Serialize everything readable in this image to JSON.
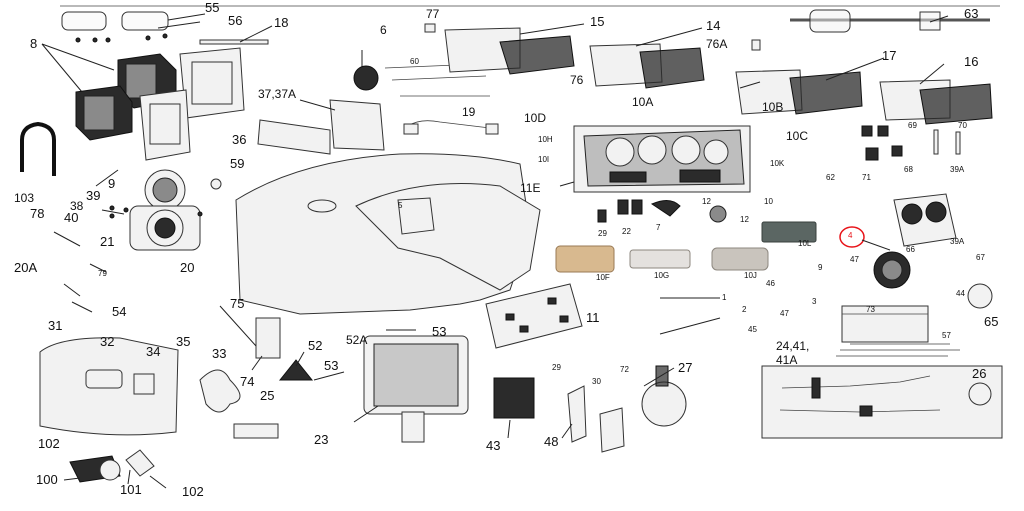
{
  "labels": {
    "l55": "55",
    "l56": "56",
    "l18": "18",
    "l77": "77",
    "l15": "15",
    "l14": "14",
    "l76a": "76A",
    "l63": "63",
    "l8": "8",
    "l6": "6",
    "l60": "60",
    "l17": "17",
    "l16": "16",
    "l76": "76",
    "l10a": "10A",
    "l10b": "10B",
    "l37": "37,37A",
    "l19": "19",
    "l10d": "10D",
    "l10h": "10H",
    "l10c": "10C",
    "l69": "69",
    "l70": "70",
    "l36": "36",
    "l10i": "10I",
    "l10k": "10K",
    "l59": "59",
    "l103": "103",
    "l9": "9",
    "l11e": "11E",
    "l62": "62",
    "l71": "71",
    "l68": "68",
    "l39a": "39A",
    "l39": "39",
    "l38": "38",
    "l40": "40",
    "l5": "5",
    "l10": "10",
    "l12a": "12",
    "l12b": "12",
    "l7": "7",
    "l22": "22",
    "l29a": "29",
    "l21": "21",
    "l78": "78",
    "l10l": "10L",
    "l4": "4",
    "l66": "66",
    "l39b": "39A",
    "l20a": "20A",
    "l79": "79",
    "l10f": "10F",
    "l10g": "10G",
    "l10j": "10J",
    "l9b": "9",
    "l67": "67",
    "l47a": "47",
    "l20": "20",
    "l46": "46",
    "l44": "44",
    "l54": "54",
    "l1": "1",
    "l3": "3",
    "l73": "73",
    "l65": "65",
    "l75": "75",
    "l2": "2",
    "l47b": "47",
    "l11": "11",
    "l53a": "53",
    "l57": "57",
    "l31": "31",
    "l32": "32",
    "l34": "34",
    "l35": "35",
    "l52a": "52A",
    "l52": "52",
    "l45": "45",
    "l2441": "24,41,",
    "l41a": "41A",
    "l33": "33",
    "l53b": "53",
    "l74": "74",
    "l29b": "29",
    "l30": "30",
    "l72": "72",
    "l27": "27",
    "l26": "26",
    "l25": "25",
    "l23": "23",
    "l43": "43",
    "l48": "48",
    "l102a": "102",
    "l100": "100",
    "l101": "101",
    "l102b": "102"
  },
  "highlight_color": "#e8141a",
  "ink_color": "#222222"
}
